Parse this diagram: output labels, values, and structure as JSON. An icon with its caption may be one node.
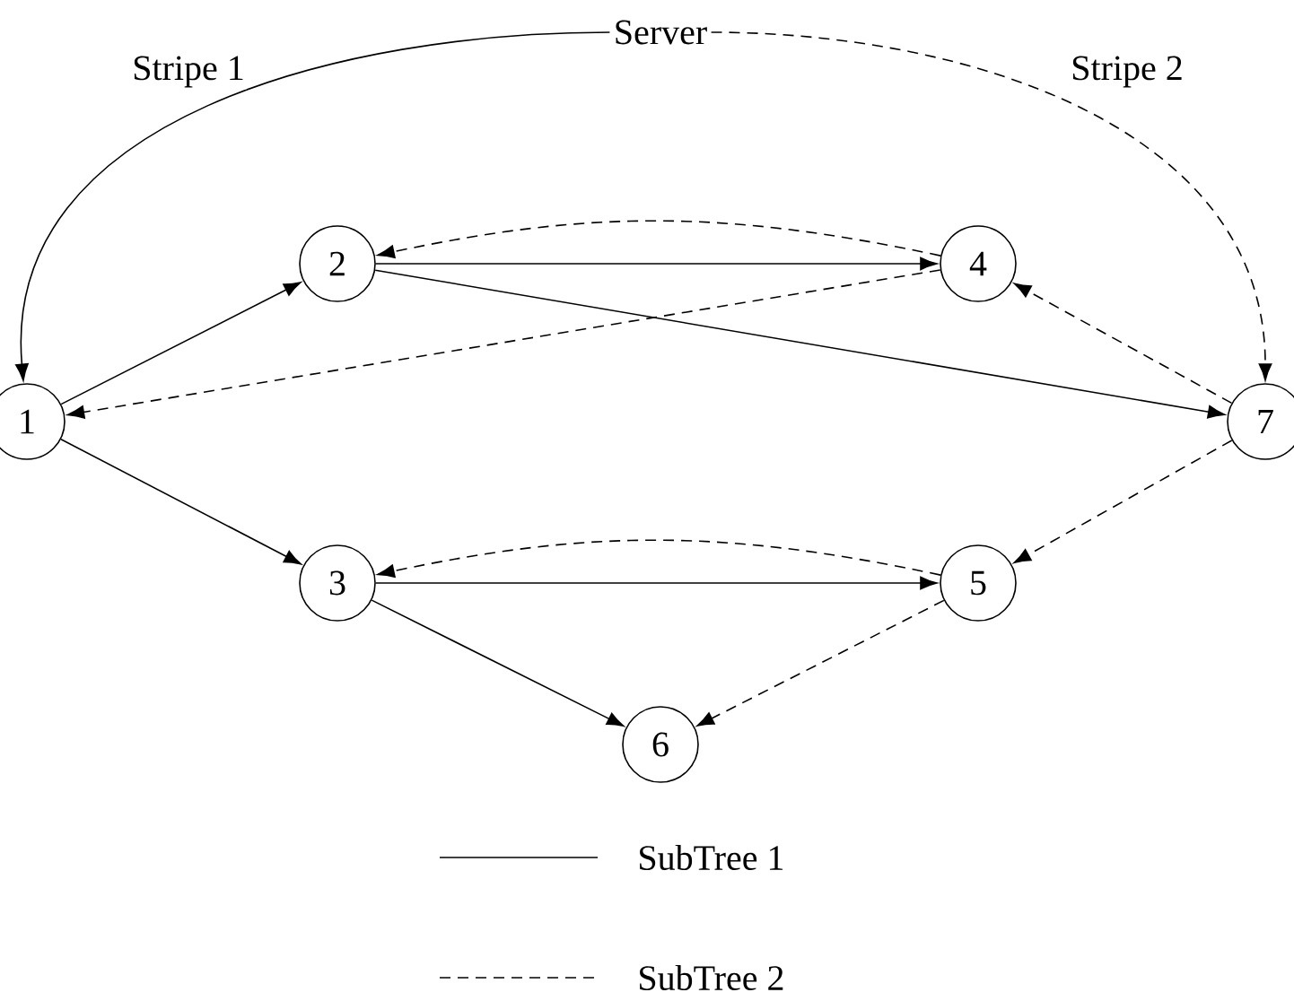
{
  "diagram": {
    "nodes": [
      {
        "text": [
          "Server"
        ]
      },
      {
        "text": [
          "1"
        ]
      },
      {
        "text": [
          "2"
        ]
      },
      {
        "text": [
          "3"
        ]
      },
      {
        "text": [
          "4"
        ]
      },
      {
        "text": [
          "5"
        ]
      },
      {
        "text": [
          "6"
        ]
      },
      {
        "text": [
          "7"
        ]
      }
    ],
    "edges": [
      {
        "from": 0,
        "to": 1,
        "arrow": "to",
        "label": "Stripe 1"
      },
      {
        "from": 0,
        "to": 7,
        "arrow": "to",
        "style": "dashed",
        "label": "Stripe 2"
      },
      {
        "from": 1,
        "to": 2,
        "arrow": "to"
      },
      {
        "from": 1,
        "to": 3,
        "arrow": "to"
      },
      {
        "from": 2,
        "to": 4,
        "arrow": "to"
      },
      {
        "from": 2,
        "to": 7,
        "arrow": "to"
      },
      {
        "from": 3,
        "to": 5,
        "arrow": "to"
      },
      {
        "from": 3,
        "to": 6,
        "arrow": "to"
      },
      {
        "from": 4,
        "to": 2,
        "arrow": "to",
        "style": "dashed"
      },
      {
        "from": 4,
        "to": 1,
        "arrow": "to",
        "style": "dashed"
      },
      {
        "from": 7,
        "to": 4,
        "arrow": "to",
        "style": "dashed"
      },
      {
        "from": 7,
        "to": 5,
        "arrow": "to",
        "style": "dashed"
      },
      {
        "from": 5,
        "to": 3,
        "arrow": "to",
        "style": "dashed"
      },
      {
        "from": 5,
        "to": 6,
        "arrow": "to",
        "style": "dashed"
      }
    ],
    "legend": [
      {
        "text": "SubTree 1"
      },
      {
        "text": "SubTree 2"
      }
    ]
  }
}
